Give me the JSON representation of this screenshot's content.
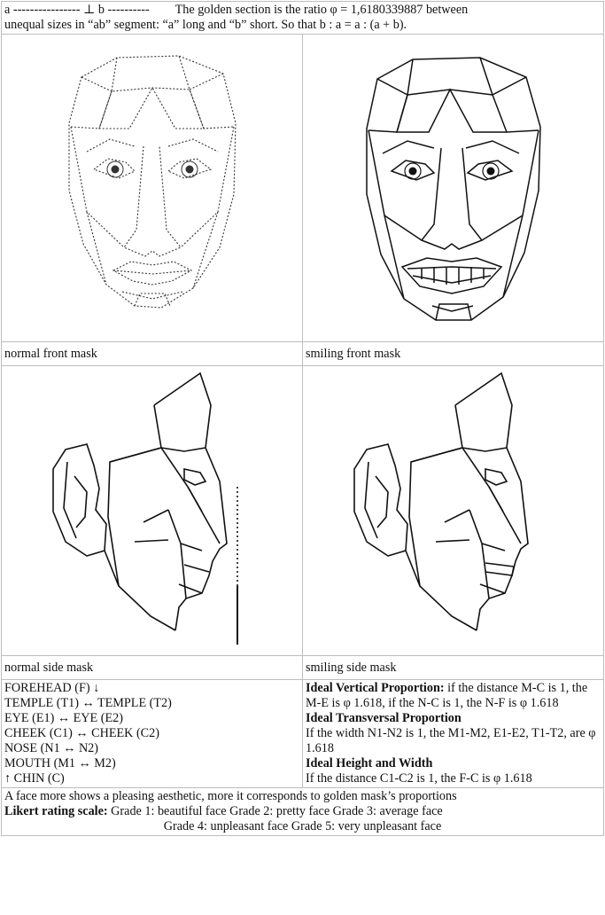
{
  "header": {
    "line1_left": "a ---------------- ⊥ b ----------",
    "line1_right": "The golden section is the ratio φ = 1,6180339887 between",
    "line2": "unequal sizes in “ab” segment: “a” long and  “b” short. So that  b : a = a : (a + b)."
  },
  "captions": {
    "normal_front": "normal front mask",
    "smiling_front": "smiling front mask",
    "normal_side": "normal side mask",
    "smiling_side": "smiling side mask"
  },
  "landmarks": [
    "FOREHEAD (F) ↓",
    "TEMPLE (T1) ↔ TEMPLE (T2)",
    "EYE (E1) ↔ EYE (E2)",
    "CHEEK (C1) ↔  CHEEK (C2)",
    "NOSE (N1 ↔ N2)",
    "MOUTH (M1 ↔ M2)",
    "↑ CHIN (C)"
  ],
  "proportions": [
    {
      "title": "Ideal Vertical Proportion:",
      "text": " if the distance M-C is 1, the M-E is φ 1.618, if the N-C is 1, the N-F is φ 1.618"
    },
    {
      "title": "Ideal Transversal Proportion",
      "text": "If the width N1-N2 is 1, the M1-M2, E1-E2, T1-T2, are φ 1.618"
    },
    {
      "title": "Ideal Height and Width",
      "text": "If the distance C1-C2 is 1, the F-C is φ 1.618"
    }
  ],
  "footer": {
    "aesthetic": "A face more shows a pleasing aesthetic, more it corresponds to golden mask’s proportions",
    "likert_label": "Likert rating scale:",
    "grades_line1": " Grade 1: beautiful face    Grade 2: pretty face    Grade 3: average face",
    "grades_line2": "Grade 4: unpleasant face  Grade 5: very unpleasant face"
  }
}
